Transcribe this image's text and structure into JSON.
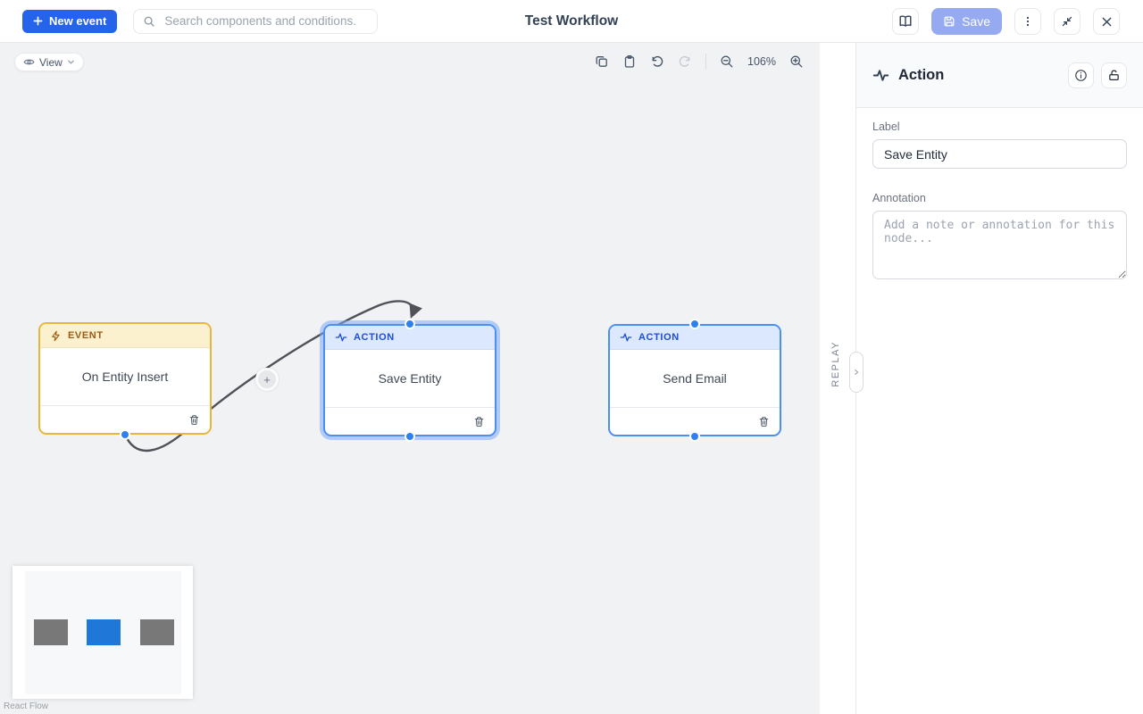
{
  "topbar": {
    "new_event_label": "New event",
    "search_placeholder": "Search components and conditions.",
    "title": "Test Workflow",
    "save_label": "Save"
  },
  "canvas": {
    "view_label": "View",
    "zoom_level": "106%",
    "replay_label": "REPLAY",
    "attribution": "React Flow",
    "nodes": [
      {
        "type": "EVENT",
        "label": "On Entity Insert",
        "selected": false
      },
      {
        "type": "ACTION",
        "label": "Save Entity",
        "selected": true
      },
      {
        "type": "ACTION",
        "label": "Send Email",
        "selected": false
      }
    ],
    "edges": [
      {
        "from": "On Entity Insert",
        "to": "Save Entity"
      }
    ]
  },
  "minimap": {
    "nodes": [
      {
        "color": "#787878"
      },
      {
        "color": "#1f78d8"
      },
      {
        "color": "#787878"
      }
    ]
  },
  "panel": {
    "title": "Action",
    "label_field": {
      "label": "Label",
      "value": "Save Entity"
    },
    "annotation_field": {
      "label": "Annotation",
      "placeholder": "Add a note or annotation for this node..."
    }
  },
  "colors": {
    "accent_blue": "#2563eb",
    "save_button_bg": "#96aaf2",
    "event_border": "#e8b63d",
    "event_header_bg": "#fbf1cf",
    "event_header_text": "#9a5b13",
    "action_border": "#4a90f4",
    "action_header_bg": "#dbe8fd",
    "action_header_text": "#1d4ed8",
    "handle_blue": "#2f80ed",
    "edge_gray": "#4f5258",
    "canvas_bg": "#f1f2f4"
  }
}
